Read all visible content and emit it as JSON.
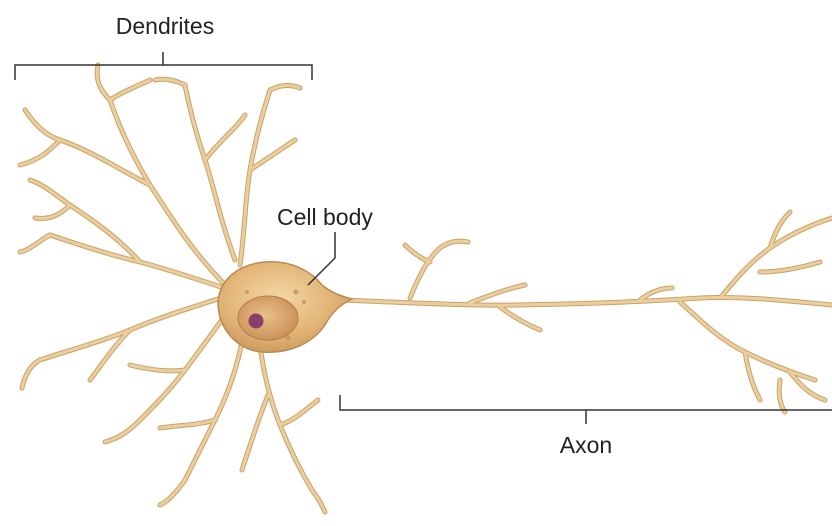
{
  "labels": {
    "dendrites": "Dendrites",
    "cell_body": "Cell body",
    "axon": "Axon"
  },
  "colors": {
    "fiber": "#eacf9d",
    "fiber_edge": "#c9a26b",
    "soma_fill": "#e3b878",
    "soma_edge": "#b88a52",
    "nucleus": "#d9a86c",
    "nucleolus": "#8a3f6a",
    "bracket": "#333333",
    "label_text": "#222222"
  }
}
